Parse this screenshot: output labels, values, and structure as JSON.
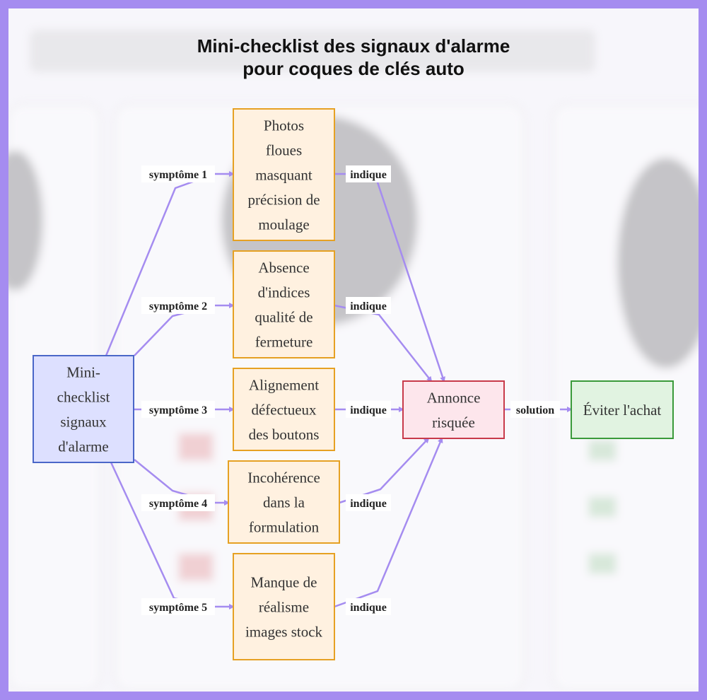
{
  "title": {
    "line1": "Mini-checklist des signaux d'alarme",
    "line2": "pour coques de clés auto"
  },
  "nodes": {
    "root": {
      "lines": [
        "Mini-",
        "checklist",
        "signaux",
        "d'alarme"
      ]
    },
    "s1": {
      "lines": [
        "Photos",
        "floues",
        "masquant",
        "précision de",
        "moulage"
      ]
    },
    "s2": {
      "lines": [
        "Absence",
        "d'indices",
        "qualité de",
        "fermeture"
      ]
    },
    "s3": {
      "lines": [
        "Alignement",
        "défectueux",
        "des boutons"
      ]
    },
    "s4": {
      "lines": [
        "Incohérence",
        "dans la",
        "formulation"
      ]
    },
    "s5": {
      "lines": [
        "Manque de",
        "réalisme",
        "images stock"
      ]
    },
    "risk": {
      "lines": [
        "Annonce",
        "risquée"
      ]
    },
    "avoid": {
      "lines": [
        "Éviter l'achat"
      ]
    }
  },
  "edges": {
    "symptom_labels": [
      "symptôme 1",
      "symptôme 2",
      "symptôme 3",
      "symptôme 4",
      "symptôme 5"
    ],
    "indicates_label": "indique",
    "solution_label": "solution"
  },
  "colors": {
    "border": "#a58cf0",
    "edge": "#a58cf0",
    "root_fill": "#dde0ff",
    "root_stroke": "#4a67c8",
    "symptom_fill": "#fff1e0",
    "symptom_stroke": "#e6a123",
    "risk_fill": "#fde6ec",
    "risk_stroke": "#c83a4a",
    "avoid_fill": "#e1f3e1",
    "avoid_stroke": "#3a9a3a"
  }
}
